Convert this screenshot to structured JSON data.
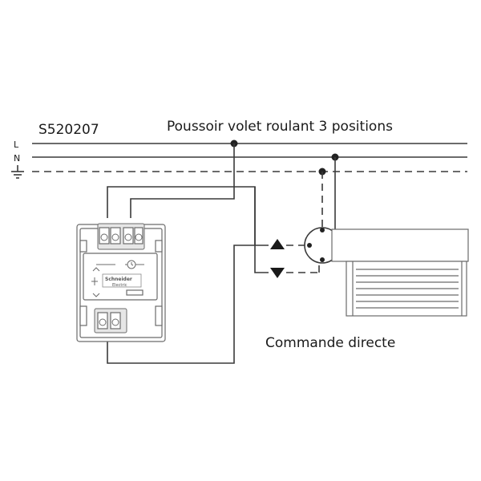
{
  "title_ref": "S520207",
  "title_desc": "Poussoir volet roulant 3 positions",
  "lines": {
    "l": "L",
    "n": "N"
  },
  "caption": "Commande directe",
  "brand": {
    "line1": "Schneider",
    "line2": "Electric"
  },
  "icons": [
    "earth-ground-icon",
    "clock-icon",
    "arrow-up-icon",
    "arrow-down-icon",
    "motor-icon",
    "roller-shutter-icon"
  ],
  "colors": {
    "wire": "#3a3a3a",
    "device": "#6b6b6b"
  }
}
